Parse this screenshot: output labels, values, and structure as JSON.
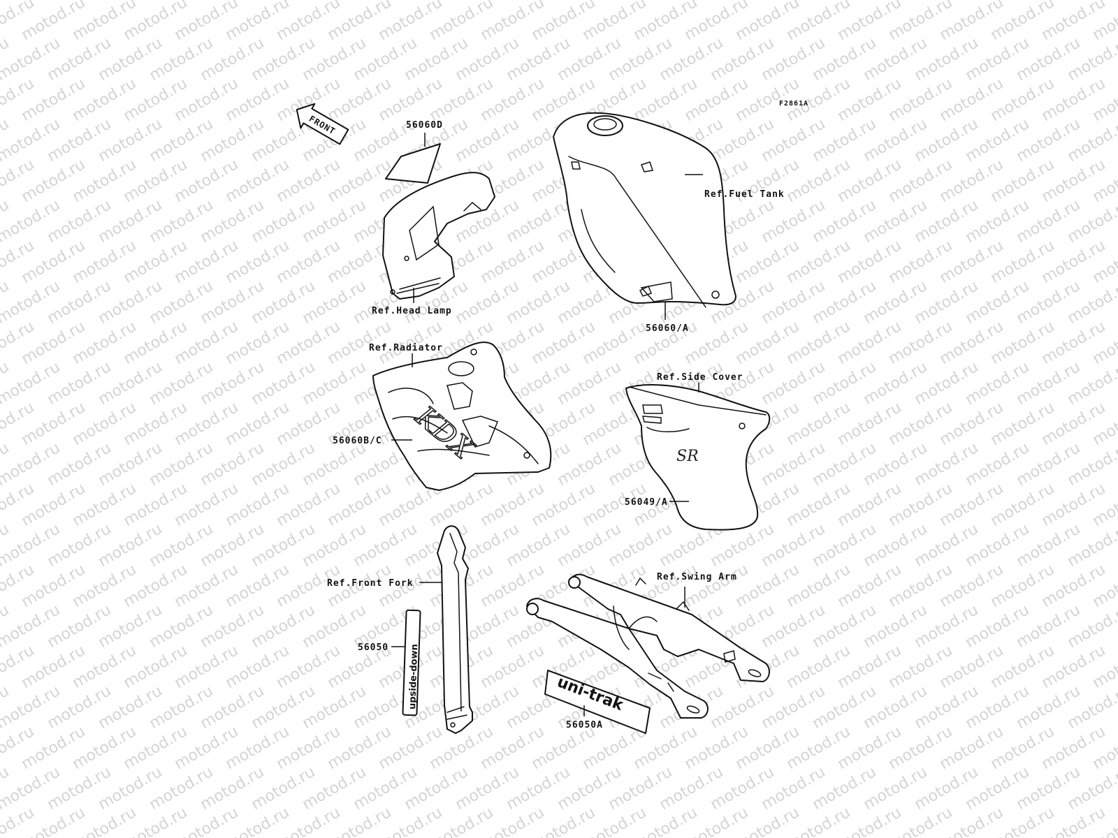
{
  "watermark": "motod.ru",
  "figure_code": "F2861A",
  "front_arrow": "FRONT",
  "labels": {
    "p56060D": "56060D",
    "ref_head_lamp": "Ref.Head Lamp",
    "ref_fuel_tank": "Ref.Fuel Tank",
    "p56060A": "56060/A",
    "ref_radiator": "Ref.Radiator",
    "p56060BC": "56060B/C",
    "ref_side_cover": "Ref.Side Cover",
    "p56049A": "56049/A",
    "ref_front_fork": "Ref.Front Fork",
    "p56050": "56050",
    "ref_swing_arm": "Ref.Swing Arm",
    "p56050A": "56050A"
  },
  "decals": {
    "fork_decal": "upside-down",
    "swingarm_decal": "uni-trak",
    "side_cover_mark": "SR"
  }
}
